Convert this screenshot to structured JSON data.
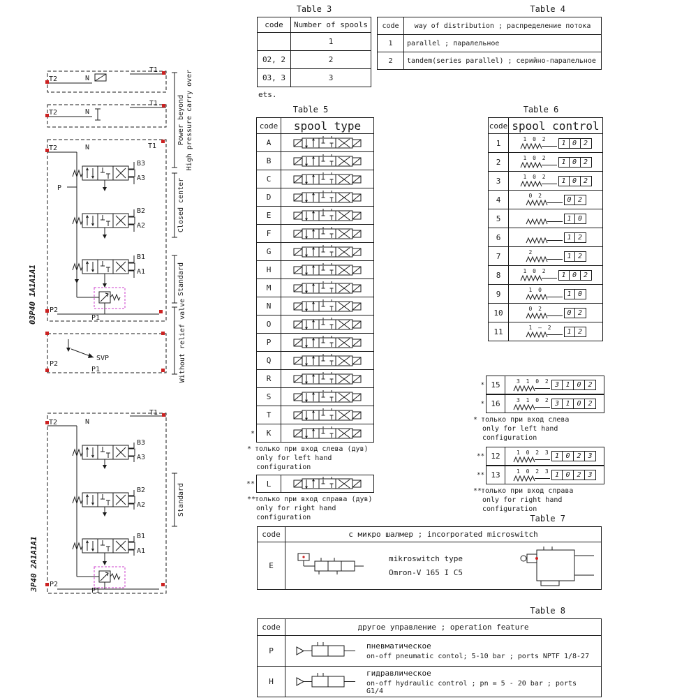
{
  "colors": {
    "line": "#1a1a1a",
    "accent_red": "#cc2222",
    "accent_magenta": "#cc3fcc"
  },
  "diagram1": {
    "model": "03P40 1A1A1A1",
    "ports": {
      "t2_a": "T2",
      "t1_a": "T1",
      "n_a": "N",
      "t2_b": "T2",
      "t1_b": "T1",
      "n_b": "N",
      "t2_c": "T2",
      "t1_c": "T1",
      "n_c": "N",
      "b3": "B3",
      "a3": "A3",
      "b2": "B2",
      "a2": "A2",
      "b1": "B1",
      "a1": "A1",
      "p": "P",
      "p2": "P2",
      "p1": "P1",
      "svp": "SVP",
      "p2_b": "P2",
      "p1_b": "P1"
    },
    "side_labels": {
      "power_beyond_1": "Power beyond",
      "power_beyond_2": "High pressure carry over",
      "closed_center": "Closed center",
      "standard": "Standard",
      "without_relief": "Without relief valve"
    }
  },
  "diagram2": {
    "model": "3P40 2A1A1A1",
    "ports": {
      "t2": "T2",
      "t1": "T1",
      "n": "N",
      "b3": "B3",
      "a3": "A3",
      "b2": "B2",
      "a2": "A2",
      "b1": "B1",
      "a1": "A1",
      "p2": "P2",
      "p1": "P1"
    },
    "side_labels": {
      "standard": "Standard"
    }
  },
  "table3": {
    "title": "Table 3",
    "headers": [
      "code",
      "Number of spools"
    ],
    "rows": [
      [
        "",
        "1"
      ],
      [
        "02, 2",
        "2"
      ],
      [
        "03, 3",
        "3"
      ]
    ],
    "note": "ets."
  },
  "table4": {
    "title": "Table 4",
    "headers": [
      "code",
      "way of distribution ; распределение потока"
    ],
    "rows": [
      {
        "code": "1",
        "text": "parallel ;  паралельное"
      },
      {
        "code": "2",
        "text": "tandem(series parallel) ;  серийно-паралельное"
      }
    ]
  },
  "table5": {
    "title": "Table 5",
    "headers": [
      "code",
      "spool type"
    ],
    "rows": [
      {
        "star": "",
        "code": "A"
      },
      {
        "star": "",
        "code": "B"
      },
      {
        "star": "",
        "code": "C"
      },
      {
        "star": "",
        "code": "D"
      },
      {
        "star": "",
        "code": "E"
      },
      {
        "star": "",
        "code": "F"
      },
      {
        "star": "",
        "code": "G"
      },
      {
        "star": "",
        "code": "H"
      },
      {
        "star": "",
        "code": "M"
      },
      {
        "star": "",
        "code": "N"
      },
      {
        "star": "",
        "code": "O"
      },
      {
        "star": "",
        "code": "P"
      },
      {
        "star": "",
        "code": "Q"
      },
      {
        "star": "",
        "code": "R"
      },
      {
        "star": "",
        "code": "S"
      },
      {
        "star": "",
        "code": "T"
      },
      {
        "star": "*",
        "code": "K"
      }
    ],
    "note_left_star": "*",
    "note_left_ru": "только при вход слева (дув)",
    "note_left_en": "only for left hand configuration",
    "row_l": {
      "star": "**",
      "code": "L"
    },
    "note_right_star": "**",
    "note_right_ru": "только при вход справа (дув)",
    "note_right_en": "only for right hand configuration"
  },
  "table6": {
    "title": "Table 6",
    "headers": [
      "code",
      "spool control"
    ],
    "rows": [
      {
        "star": "",
        "code": "1",
        "pos": "1 0 2",
        "boxes": [
          "1",
          "0",
          "2"
        ]
      },
      {
        "star": "",
        "code": "2",
        "pos": "1 0 2",
        "boxes": [
          "1",
          "0",
          "2"
        ]
      },
      {
        "star": "",
        "code": "3",
        "pos": "1 0 2",
        "boxes": [
          "1",
          "0",
          "2"
        ]
      },
      {
        "star": "",
        "code": "4",
        "pos": "0 2",
        "boxes": [
          "0",
          "2"
        ]
      },
      {
        "star": "",
        "code": "5",
        "pos": "",
        "boxes": [
          "1",
          "0"
        ]
      },
      {
        "star": "",
        "code": "6",
        "pos": "",
        "boxes": [
          "1",
          "2"
        ]
      },
      {
        "star": "",
        "code": "7",
        "pos": "2",
        "boxes": [
          "1",
          "2"
        ]
      },
      {
        "star": "",
        "code": "8",
        "pos": "1 0 2",
        "boxes": [
          "1",
          "0",
          "2"
        ]
      },
      {
        "star": "",
        "code": "9",
        "pos": "1 0",
        "boxes": [
          "1",
          "0"
        ]
      },
      {
        "star": "",
        "code": "10",
        "pos": "0 2",
        "boxes": [
          "0",
          "2"
        ]
      },
      {
        "star": "",
        "code": "11",
        "pos": "1 — 2",
        "boxes": [
          "1",
          "2"
        ]
      }
    ]
  },
  "table6b": {
    "left_rows": [
      {
        "star": "*",
        "code": "15",
        "pos": "3 1 0 2",
        "boxes": [
          "3",
          "1",
          "0",
          "2"
        ]
      },
      {
        "star": "*",
        "code": "16",
        "pos": "3 1 0 2",
        "boxes": [
          "3",
          "1",
          "0",
          "2"
        ]
      }
    ],
    "note_left_star": "*",
    "note_left_ru": "только при вход слева",
    "note_left_en": "only for left hand configuration",
    "right_rows": [
      {
        "star": "**",
        "code": "12",
        "pos": "1 0 2 3",
        "boxes": [
          "1",
          "0",
          "2",
          "3"
        ]
      },
      {
        "star": "**",
        "code": "13",
        "pos": "1 0 2 3",
        "boxes": [
          "1",
          "0",
          "2",
          "3"
        ]
      }
    ],
    "note_right_star": "**",
    "note_right_ru": "только при вход справа",
    "note_right_en": "only for right hand configuration"
  },
  "table7": {
    "title": "Table 7",
    "header_code": "code",
    "header_text": "с микро шалмер ; incorporated microswitch",
    "row": {
      "code": "E",
      "line1": "mikroswitch type",
      "line2": "Omron-V 165 I C5"
    }
  },
  "table8": {
    "title": "Table 8",
    "header_code": "code",
    "header_text": "другое управление ; operation feature",
    "rows": [
      {
        "code": "P",
        "line1": "пневматическое",
        "line2": "on-off pneumatic contol; 5-10 bar ; ports NPTF 1/8-27"
      },
      {
        "code": "H",
        "line1": "гидравлическое",
        "line2": "on-off hydraulic control ; pn = 5 - 20 bar ; ports G1/4"
      }
    ]
  }
}
